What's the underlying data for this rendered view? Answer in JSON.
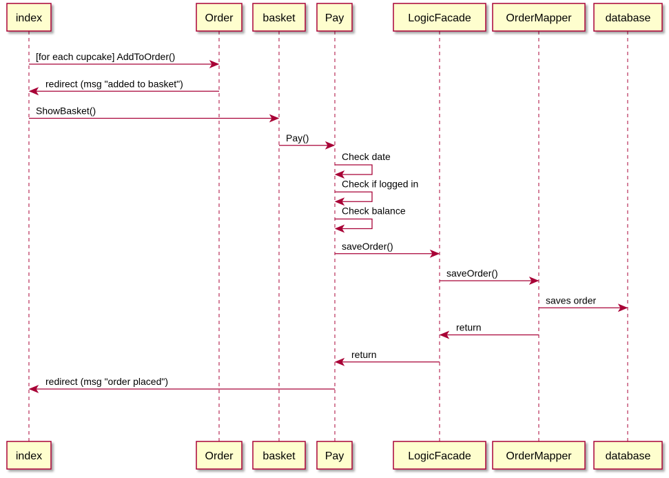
{
  "colors": {
    "participant_fill": "#FEFECE",
    "participant_border": "#A80036",
    "arrow": "#A80036",
    "lifeline": "#A80036",
    "text": "#000000"
  },
  "participants": [
    {
      "id": "index",
      "label": "index"
    },
    {
      "id": "order",
      "label": "Order"
    },
    {
      "id": "basket",
      "label": "basket"
    },
    {
      "id": "pay",
      "label": "Pay"
    },
    {
      "id": "logicfacade",
      "label": "LogicFacade"
    },
    {
      "id": "ordermapper",
      "label": "OrderMapper"
    },
    {
      "id": "database",
      "label": "database"
    }
  ],
  "messages": [
    {
      "from": "index",
      "to": "order",
      "label": "[for each cupcake] AddToOrder()"
    },
    {
      "from": "order",
      "to": "index",
      "label": "redirect (msg \"added to basket\")"
    },
    {
      "from": "index",
      "to": "basket",
      "label": "ShowBasket()"
    },
    {
      "from": "basket",
      "to": "pay",
      "label": "Pay()"
    },
    {
      "from": "pay",
      "to": "pay",
      "label": "Check date"
    },
    {
      "from": "pay",
      "to": "pay",
      "label": "Check if logged in"
    },
    {
      "from": "pay",
      "to": "pay",
      "label": "Check balance"
    },
    {
      "from": "pay",
      "to": "logicfacade",
      "label": "saveOrder()"
    },
    {
      "from": "logicfacade",
      "to": "ordermapper",
      "label": "saveOrder()"
    },
    {
      "from": "ordermapper",
      "to": "database",
      "label": "saves order"
    },
    {
      "from": "ordermapper",
      "to": "logicfacade",
      "label": "return"
    },
    {
      "from": "logicfacade",
      "to": "pay",
      "label": "return"
    },
    {
      "from": "pay",
      "to": "index",
      "label": "redirect (msg \"order placed\")"
    }
  ]
}
